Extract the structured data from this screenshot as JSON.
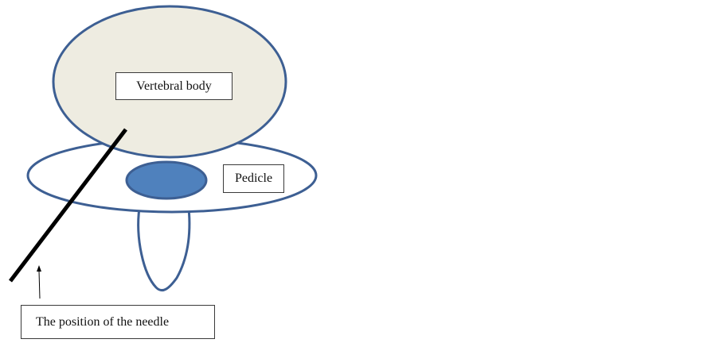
{
  "labels": {
    "vertebral_body": "Vertebral body",
    "pedicle": "Pedicle",
    "needle_position": "The position of the needle"
  },
  "colors": {
    "outline": "#3d5f93",
    "vertebral_body_fill": "#eeece1",
    "pedicle_fill": "#4f81bd",
    "lamina_fill": "#ffffff",
    "needle": "#000000",
    "label_border": "#3a3a3a"
  }
}
